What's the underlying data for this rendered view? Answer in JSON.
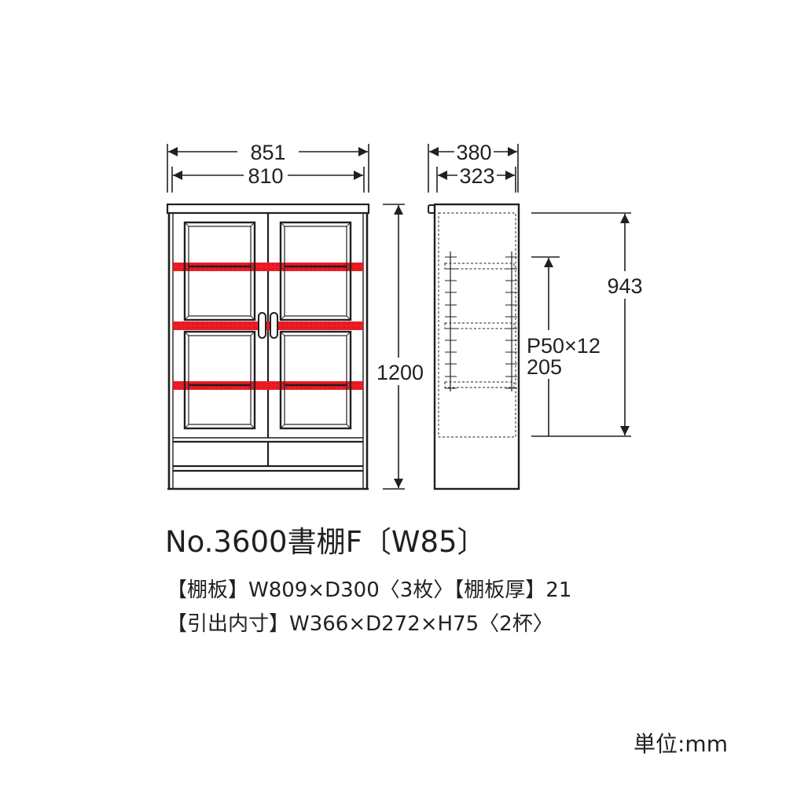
{
  "drawing": {
    "front_view": {
      "overall_width_label": "851",
      "inner_width_label": "810",
      "height_label": "1200",
      "shelf_highlight_color": "#ee1c25",
      "line_color": "#231f20",
      "doors": 2,
      "drawers": 2,
      "highlighted_shelves": 3
    },
    "side_view": {
      "overall_depth_label": "380",
      "inner_depth_label": "323",
      "adjustable_range_height_label": "943",
      "pitch_label": "P50×12",
      "pitch_offset_label": "205"
    }
  },
  "product": {
    "title": "No.3600書棚F〔W85〕"
  },
  "specs": {
    "line1": "【棚板】W809×D300〈3枚〉【棚板厚】21",
    "line2": "【引出内寸】W366×D272×H75〈2杯〉"
  },
  "unit": {
    "label": "単位:mm"
  }
}
